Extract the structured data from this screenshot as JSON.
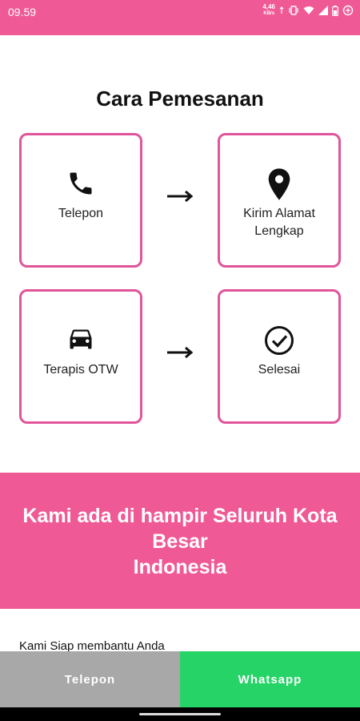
{
  "status_bar": {
    "time": "09.59",
    "net_speed": "4,46",
    "net_unit": "KB/s"
  },
  "page_title": "Cara Pemesanan",
  "steps": [
    {
      "icon": "phone-icon",
      "label": "Telepon"
    },
    {
      "icon": "location-pin-icon",
      "label_line1": "Kirim Alamat",
      "label_line2": "Lengkap"
    },
    {
      "icon": "car-icon",
      "label": "Terapis OTW"
    },
    {
      "icon": "check-circle-icon",
      "label": "Selesai"
    }
  ],
  "banner": {
    "line1": "Kami ada di hampir Seluruh Kota",
    "line2": "Besar",
    "line3": "Indonesia"
  },
  "ready_text": "Kami Siap membantu Anda",
  "bottom_buttons": {
    "telepon": "Telepon",
    "whatsapp": "Whatsapp"
  },
  "colors": {
    "accent_pink": "#ef5a96",
    "card_border": "#e0559a",
    "whatsapp_green": "#25d366",
    "telepon_gray": "#a8a8a8"
  }
}
